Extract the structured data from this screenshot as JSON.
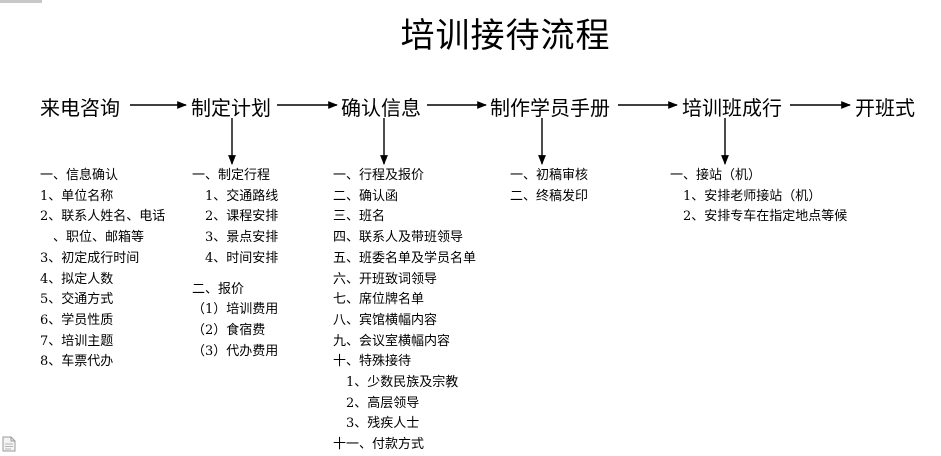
{
  "title": "培训接待流程",
  "stages": [
    {
      "label": "来电咨询",
      "items": [
        "一、信息确认",
        "1、单位名称",
        "2、联系人姓名、电话",
        "　、职位、邮箱等",
        "3、初定成行时间",
        "4、拟定人数",
        "5、交通方式",
        "6、学员性质",
        "7、培训主题",
        "8、车票代办"
      ]
    },
    {
      "label": "制定计划",
      "items": [
        "一、制定行程",
        "　1、交通路线",
        "　2、课程安排",
        "　3、景点安排",
        "　4、时间安排",
        "",
        "二、报价",
        "（1）培训费用",
        "（2）食宿费",
        "（3）代办费用"
      ]
    },
    {
      "label": "确认信息",
      "items": [
        "一、行程及报价",
        "二、确认函",
        "三、班名",
        "四、联系人及带班领导",
        "五、班委名单及学员名单",
        "六、开班致词领导",
        "七、席位牌名单",
        "八、宾馆横幅内容",
        "九、会议室横幅内容",
        "十、特殊接待",
        "　1、少数民族及宗教",
        "　2、高层领导",
        "　3、残疾人士",
        "十一、付款方式"
      ]
    },
    {
      "label": "制作学员手册",
      "items": [
        "一、初稿审核",
        "二、终稿发印"
      ]
    },
    {
      "label": "培训班成行",
      "items": [
        "一、接站（机）",
        "　1、安排老师接站（机）",
        "　2、安排专车在指定地点等候"
      ]
    },
    {
      "label": "开班式",
      "items": []
    }
  ]
}
